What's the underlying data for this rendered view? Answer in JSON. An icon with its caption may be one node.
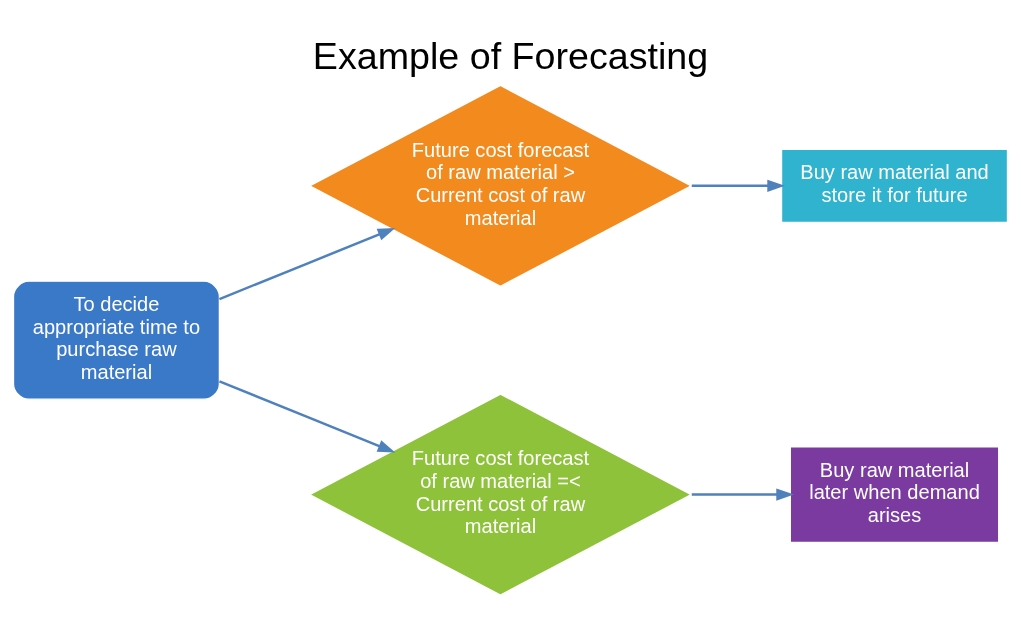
{
  "diagram": {
    "title": "Example of Forecasting",
    "nodes": [
      {
        "text": [
          "To decide appropriate time to purchase raw material"
        ]
      },
      {
        "text": [
          "Future cost forecast of raw material > Current cost of raw material"
        ]
      },
      {
        "text": [
          "Buy raw material and store it for future"
        ]
      },
      {
        "text": [
          "Future cost forecast of raw material =< Current cost of raw material"
        ]
      },
      {
        "text": [
          "Buy raw material later when demand arises"
        ]
      }
    ],
    "edges": [
      {
        "from": 0,
        "to": 1,
        "arrow": "to"
      },
      {
        "from": 1,
        "to": 2,
        "arrow": "to"
      },
      {
        "from": 0,
        "to": 3,
        "arrow": "to"
      },
      {
        "from": 3,
        "to": 4,
        "arrow": "to"
      }
    ]
  }
}
